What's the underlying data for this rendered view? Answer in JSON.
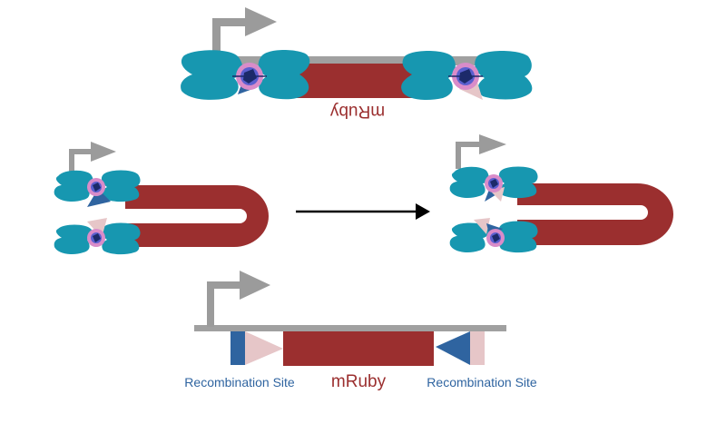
{
  "labels": {
    "top_gene": "mRuby",
    "bottom_gene": "mRuby",
    "recomb_left": "Recombination Site",
    "recomb_right": "Recombination Site"
  },
  "colors": {
    "dna_line": "#a0a0a0",
    "promoter_arrow": "#9b9b9b",
    "gene": "#9b2f2f",
    "gene_label": "#9b2f2f",
    "recombinase": "#1797b0",
    "site_dark": "#2f64a0",
    "site_light": "#e6c6c8",
    "active_site_outer": "#d98cc9",
    "active_site_inner": "#5a5fcf",
    "active_site_core": "#1c2a6a",
    "recomb_label": "#2f64a0",
    "arrow": "#000000"
  }
}
